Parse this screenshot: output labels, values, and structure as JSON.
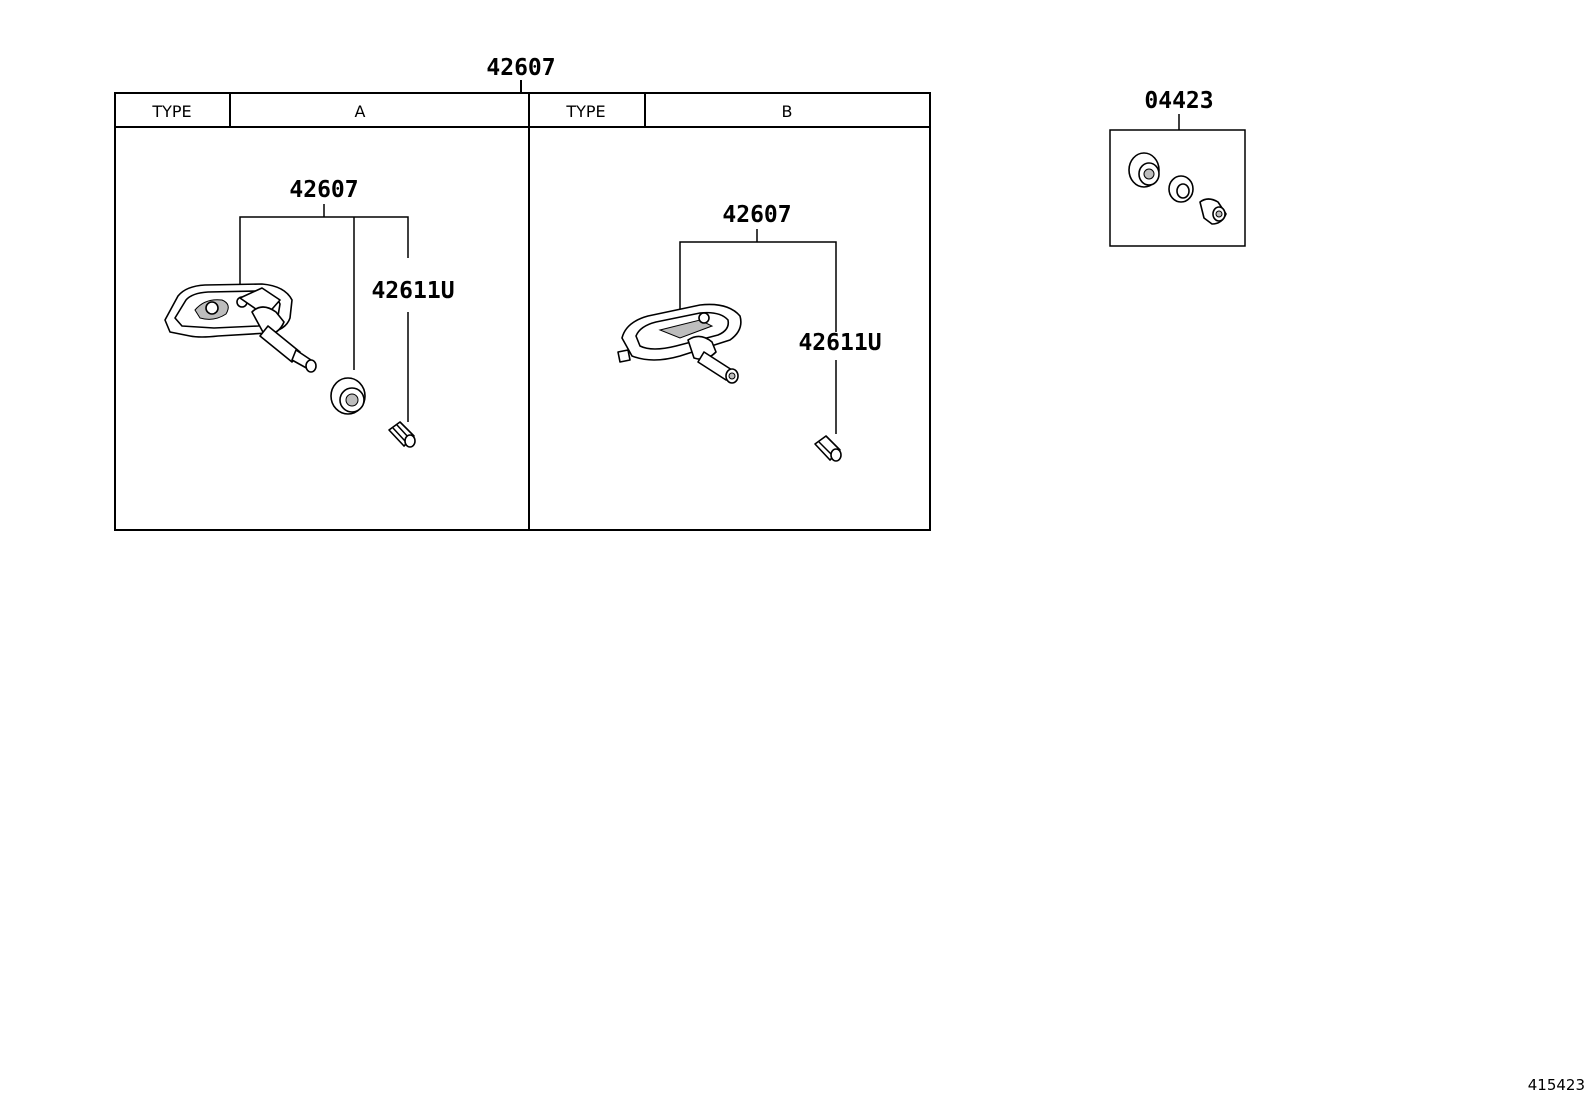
{
  "main_callout": "42607",
  "table": {
    "type_a": {
      "type_label": "TYPE",
      "value": "A"
    },
    "type_b": {
      "type_label": "TYPE",
      "value": "B"
    }
  },
  "panel_a": {
    "assembly_callout": "42607",
    "valve_cap_callout": "42611U"
  },
  "panel_b": {
    "assembly_callout": "42607",
    "valve_cap_callout": "42611U"
  },
  "kit": {
    "callout": "04423"
  },
  "figure_code": "415423"
}
